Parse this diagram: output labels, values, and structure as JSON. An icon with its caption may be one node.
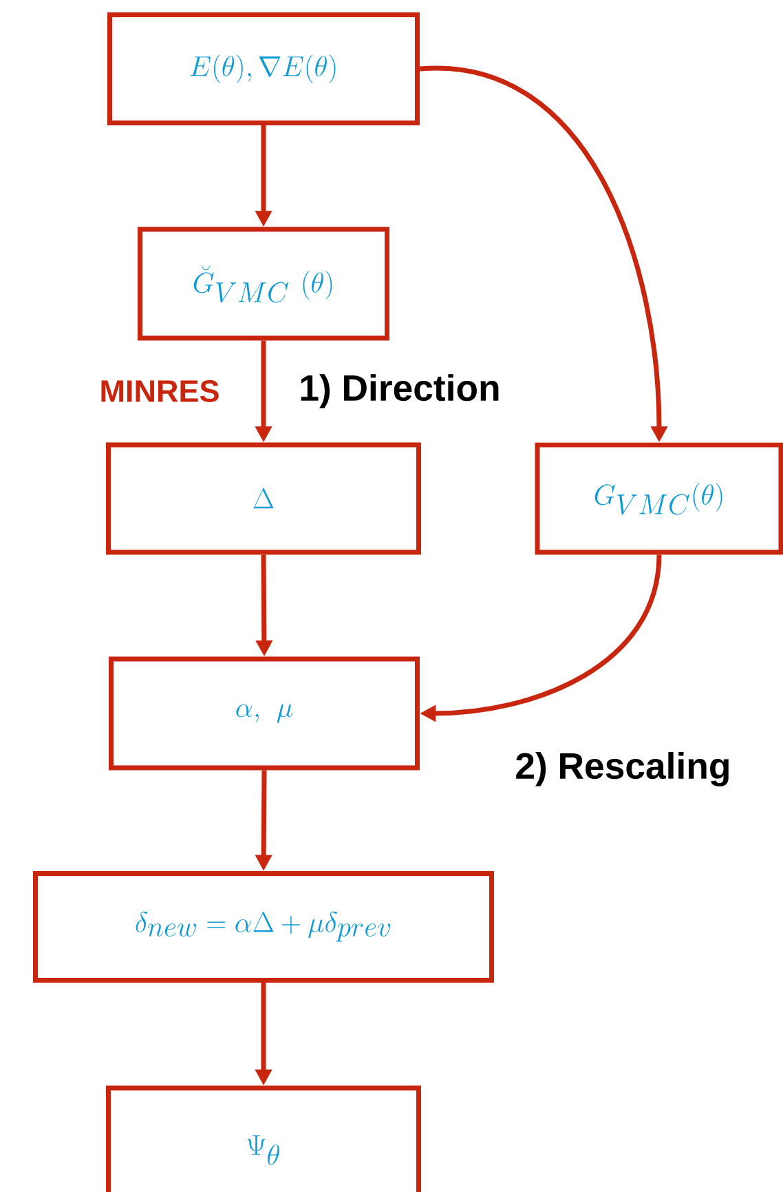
{
  "diagram": {
    "nodes": [
      {
        "text": [
          "E(\\theta), \\nabla E(\\theta)"
        ]
      },
      {
        "text": [
          "\\breve{G}_{VMC}\\ (\\theta)"
        ]
      },
      {
        "text": [
          "\\Delta"
        ]
      },
      {
        "text": [
          "G_{VMC}(\\theta)"
        ]
      },
      {
        "text": [
          "\\alpha,\\ \\mu"
        ]
      },
      {
        "text": [
          "\\delta_{new} = \\alpha\\Delta + \\mu\\delta_{prev}"
        ]
      },
      {
        "text": [
          "\\Psi_{\\theta}"
        ]
      }
    ],
    "edges": [
      {
        "from": 0,
        "to": 1,
        "arrow": "to"
      },
      {
        "from": 1,
        "to": 2,
        "arrow": "to",
        "label": "MINRES"
      },
      {
        "from": 0,
        "to": 3,
        "arrow": "to"
      },
      {
        "from": 2,
        "to": 4,
        "arrow": "to"
      },
      {
        "from": 3,
        "to": 4,
        "arrow": "to"
      },
      {
        "from": 4,
        "to": 5,
        "arrow": "to"
      },
      {
        "from": 5,
        "to": 6,
        "arrow": "to"
      }
    ],
    "labels": [
      "1) Direction",
      "2) Rescaling"
    ]
  }
}
